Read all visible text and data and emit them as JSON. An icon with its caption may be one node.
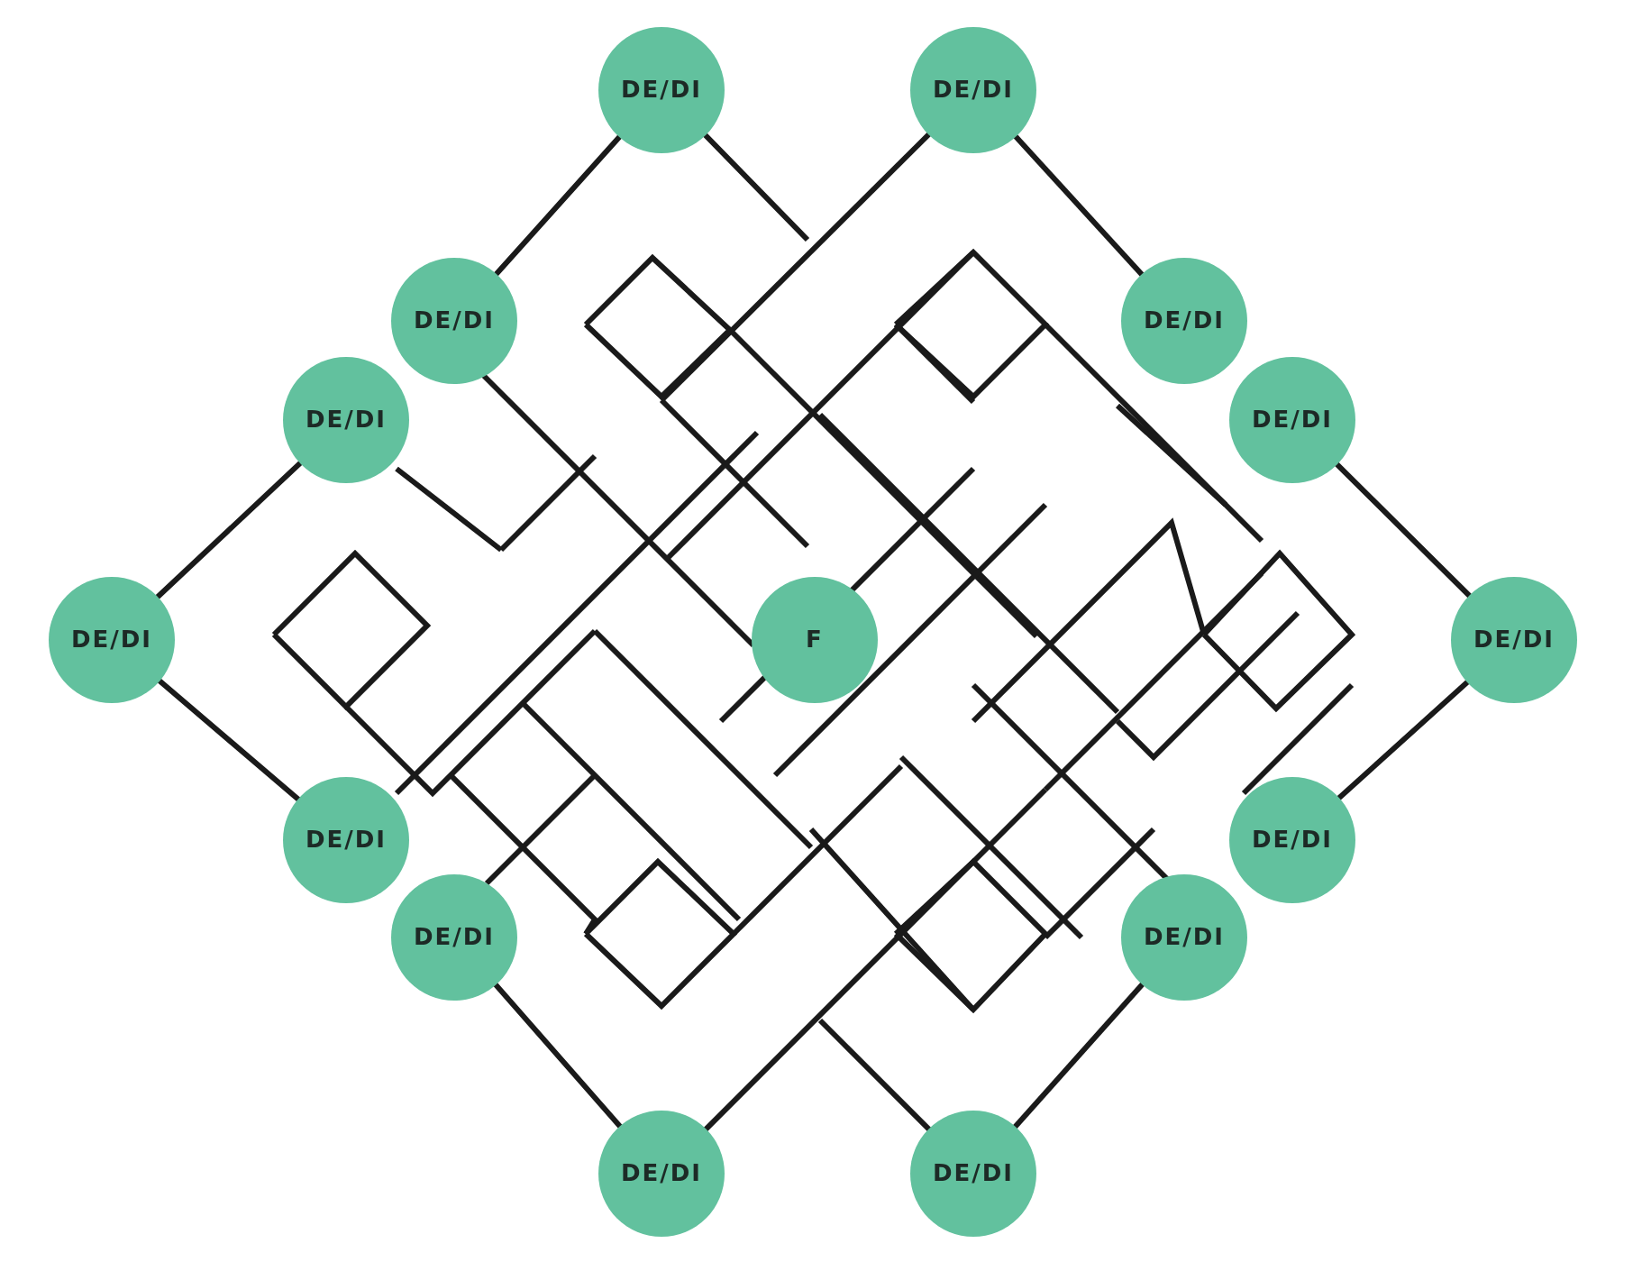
{
  "diagram": {
    "nodes": [
      {
        "text": [
          "DE/DI"
        ]
      },
      {
        "text": [
          "DE/DI"
        ]
      },
      {
        "text": [
          "DE/DI"
        ]
      },
      {
        "text": [
          "DE/DI"
        ]
      },
      {
        "text": [
          "DE/DI"
        ]
      },
      {
        "text": [
          "DE/DI"
        ]
      },
      {
        "text": [
          "DE/DI"
        ]
      },
      {
        "text": [
          "F"
        ]
      },
      {
        "text": [
          "DE/DI"
        ]
      },
      {
        "text": [
          "DE/DI"
        ]
      },
      {
        "text": [
          "DE/DI"
        ]
      },
      {
        "text": [
          "DE/DI"
        ]
      },
      {
        "text": [
          "DE/DI"
        ]
      },
      {
        "text": [
          "DE/DI"
        ]
      },
      {
        "text": [
          "DE/DI"
        ]
      }
    ]
  }
}
